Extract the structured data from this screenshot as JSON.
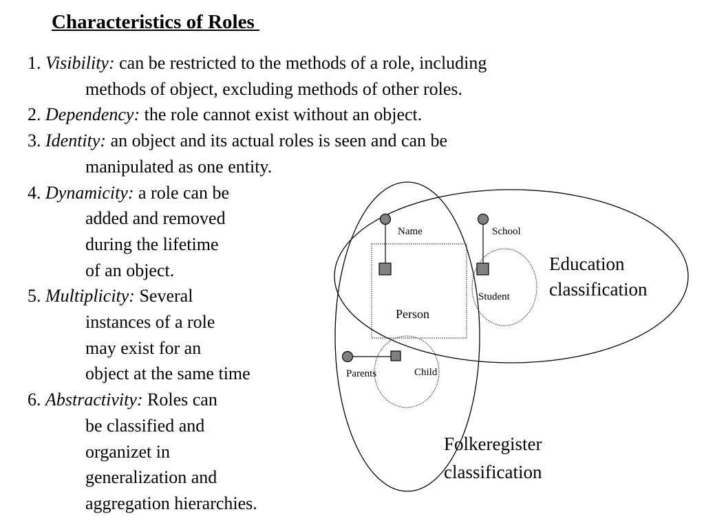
{
  "slide": {
    "title": "Characteristics of Roles ",
    "items": [
      {
        "num": "1.",
        "term": "Visibility:",
        "text": "can be restricted to the methods of a role, including",
        "cont": [
          "methods of object, excluding methods of other roles."
        ]
      },
      {
        "num": "2.",
        "term": "Dependency:",
        "text": "the role cannot exist without an object.",
        "cont": []
      },
      {
        "num": "3.",
        "term": "Identity:",
        "text": "an object and its actual roles is seen and can be",
        "cont": [
          "manipulated as one entity."
        ]
      },
      {
        "num": "4.",
        "term": "Dynamicity:",
        "text": "a role can be",
        "cont": [
          "added and removed",
          "during the lifetime",
          "of an object."
        ]
      },
      {
        "num": "5.",
        "term": "Multiplicity:",
        "text": "Several",
        "cont": [
          "instances of a role",
          "may exist for an",
          "object at the same time"
        ]
      },
      {
        "num": "6.",
        "term": "Abstractivity:",
        "text": "Roles can",
        "cont": [
          "be classified and",
          "organizet  in",
          "generalization and",
          "aggregation hierarchies."
        ]
      }
    ]
  },
  "diagram": {
    "labels": {
      "name": "Name",
      "school": "School",
      "student": "Student",
      "person": "Person",
      "parents": "Parents",
      "child": "Child",
      "education_1": "Education",
      "education_2": "classification",
      "folke_1": "Folkeregister",
      "folke_2": "classification"
    },
    "colors": {
      "node_fill": "#808080",
      "stroke": "#000000"
    }
  }
}
